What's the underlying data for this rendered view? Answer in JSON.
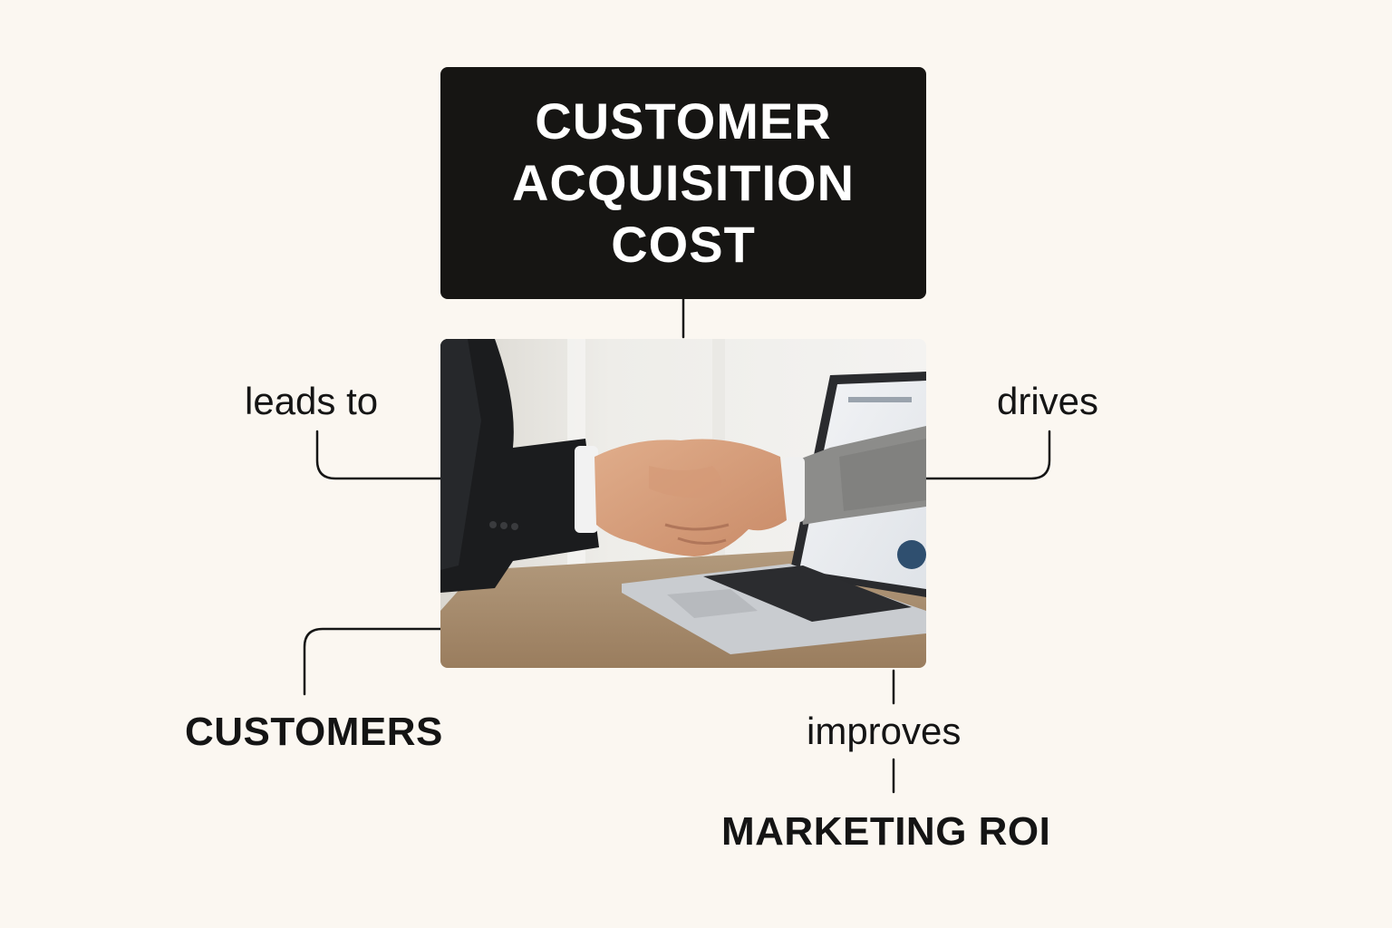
{
  "title": {
    "lines": [
      "CUSTOMER",
      "ACQUISITION",
      "COST"
    ]
  },
  "edges": {
    "left_top": "leads to",
    "right_top": "drives",
    "bottom_right": "improves"
  },
  "nodes": {
    "customers": "CUSTOMERS",
    "marketing_roi": "MARKETING ROI"
  },
  "colors": {
    "background": "#fbf7f1",
    "title_box": "#161513",
    "title_text": "#ffffff",
    "line": "#151515"
  },
  "image": {
    "subject": "business-handshake-over-laptop"
  }
}
